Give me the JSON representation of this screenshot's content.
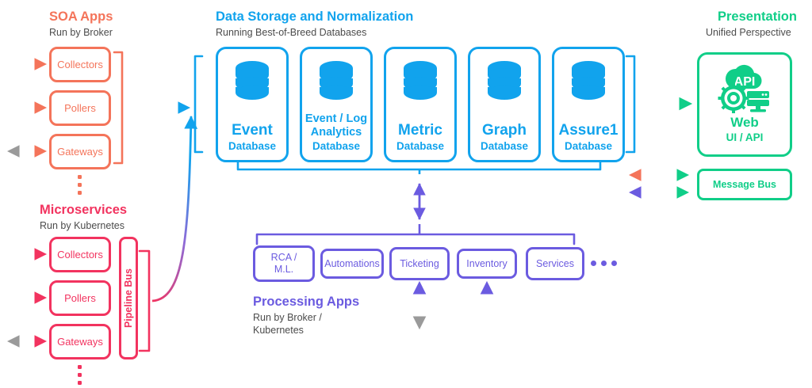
{
  "colors": {
    "soa": "#F4745A",
    "microservices": "#F2335F",
    "database": "#11A3ED",
    "processing": "#6B5BE0",
    "presentation": "#10CE88",
    "gray": "#9A9A9A",
    "subtext": "#4b4b4b"
  },
  "sections": {
    "soa": {
      "title": "SOA Apps",
      "subtitle": "Run by Broker"
    },
    "microservices": {
      "title": "Microservices",
      "subtitle": "Run by Kubernetes"
    },
    "storage": {
      "title": "Data Storage and Normalization",
      "subtitle": "Running Best-of-Breed Databases"
    },
    "presentation": {
      "title": "Presentation",
      "subtitle": "Unified Perspective"
    },
    "processing": {
      "title": "Processing Apps",
      "subtitle_line1": "Run by Broker /",
      "subtitle_line2": "Kubernetes"
    }
  },
  "soa_apps": {
    "items": [
      {
        "label": "Collectors"
      },
      {
        "label": "Pollers"
      },
      {
        "label": "Gateways"
      }
    ],
    "ellipsis": "vertical-ellipsis"
  },
  "microservices": {
    "items": [
      {
        "label": "Collectors"
      },
      {
        "label": "Pollers"
      },
      {
        "label": "Gateways"
      }
    ],
    "pipeline_bus": "Pipeline Bus",
    "ellipsis": "vertical-ellipsis"
  },
  "databases": [
    {
      "name": "Event",
      "sub": "Database",
      "small": false
    },
    {
      "name": "Event / Log\nAnalytics",
      "sub": "Database",
      "small": true
    },
    {
      "name": "Metric",
      "sub": "Database",
      "small": false
    },
    {
      "name": "Graph",
      "sub": "Database",
      "small": false
    },
    {
      "name": "Assure1",
      "sub": "Database",
      "small": false
    }
  ],
  "processing_apps": {
    "items": [
      {
        "label": "RCA /\nM.L."
      },
      {
        "label": "Automations"
      },
      {
        "label": "Ticketing"
      },
      {
        "label": "Inventory"
      },
      {
        "label": "Services"
      }
    ],
    "ellipsis": "horizontal-ellipsis"
  },
  "presentation": {
    "web": {
      "name": "Web",
      "sub": "UI / API",
      "icon": "api-cloud-gear-server-icon"
    },
    "message_bus": {
      "label": "Message Bus"
    }
  }
}
